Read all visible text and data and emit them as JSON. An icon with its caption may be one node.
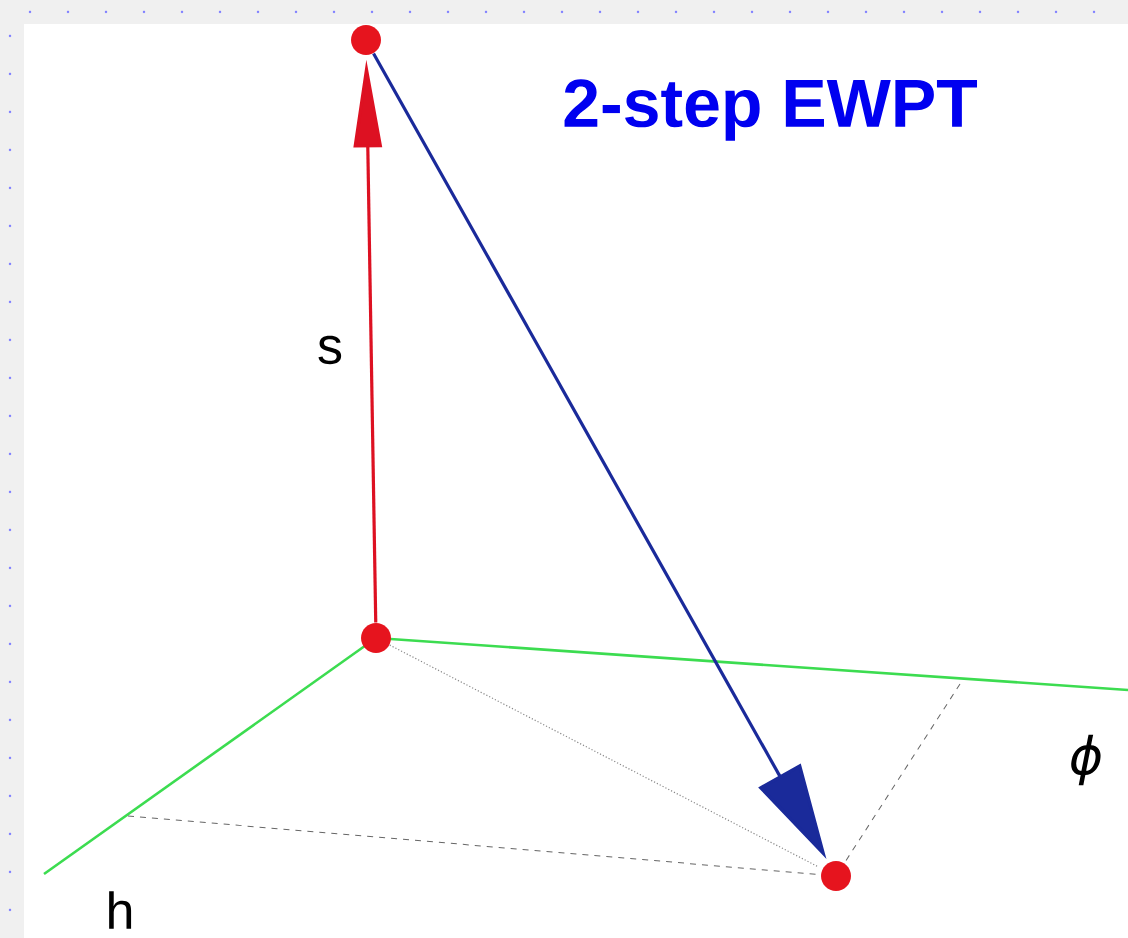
{
  "diagram": {
    "title": "2-step EWPT",
    "nodes": [
      {
        "text": [],
        "shape": "circle"
      },
      {
        "text": [],
        "shape": "circle"
      },
      {
        "text": [],
        "shape": "circle"
      }
    ],
    "edges": [
      {
        "from": 0,
        "to": 1,
        "arrow": "to",
        "color": "#dd1122"
      },
      {
        "from": 1,
        "to": 2,
        "arrow": "to",
        "color": "#1a2a9a"
      },
      {
        "from": 0,
        "to": 2,
        "arrow": "none",
        "style": "dashed",
        "color": "#888888"
      }
    ],
    "labels": [
      "s",
      "h",
      "ϕ"
    ]
  }
}
